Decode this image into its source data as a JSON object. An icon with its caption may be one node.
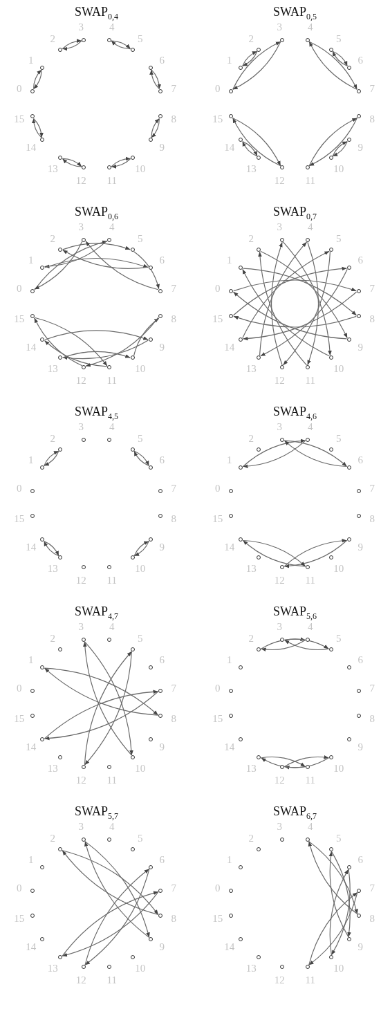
{
  "diagram": {
    "nodes": [
      {
        "text": [],
        "shape": "circle",
        "beside": [
          "0"
        ]
      },
      {
        "text": [],
        "shape": "circle",
        "beside": [
          "1"
        ]
      },
      {
        "text": [],
        "shape": "circle",
        "beside": [
          "2"
        ]
      },
      {
        "text": [],
        "shape": "circle",
        "beside": [
          "3"
        ]
      },
      {
        "text": [],
        "shape": "circle",
        "beside": [
          "4"
        ]
      },
      {
        "text": [],
        "shape": "circle",
        "beside": [
          "5"
        ]
      },
      {
        "text": [],
        "shape": "circle",
        "beside": [
          "6"
        ]
      },
      {
        "text": [],
        "shape": "circle",
        "beside": [
          "7"
        ]
      },
      {
        "text": [],
        "shape": "circle",
        "beside": [
          "8"
        ]
      },
      {
        "text": [],
        "shape": "circle",
        "beside": [
          "9"
        ]
      },
      {
        "text": [],
        "shape": "circle",
        "beside": [
          "10"
        ]
      },
      {
        "text": [],
        "shape": "circle",
        "beside": [
          "11"
        ]
      },
      {
        "text": [],
        "shape": "circle",
        "beside": [
          "12"
        ]
      },
      {
        "text": [],
        "shape": "circle",
        "beside": [
          "13"
        ]
      },
      {
        "text": [],
        "shape": "circle",
        "beside": [
          "14"
        ]
      },
      {
        "text": [],
        "shape": "circle",
        "beside": [
          "15"
        ]
      },
      {
        "text": [],
        "shape": "circle",
        "beside": [
          "0"
        ]
      },
      {
        "text": [],
        "shape": "circle",
        "beside": [
          "1"
        ]
      },
      {
        "text": [],
        "shape": "circle",
        "beside": [
          "2"
        ]
      },
      {
        "text": [],
        "shape": "circle",
        "beside": [
          "3"
        ]
      },
      {
        "text": [],
        "shape": "circle",
        "beside": [
          "4"
        ]
      },
      {
        "text": [],
        "shape": "circle",
        "beside": [
          "5"
        ]
      },
      {
        "text": [],
        "shape": "circle",
        "beside": [
          "6"
        ]
      },
      {
        "text": [],
        "shape": "circle",
        "beside": [
          "7"
        ]
      },
      {
        "text": [],
        "shape": "circle",
        "beside": [
          "8"
        ]
      },
      {
        "text": [],
        "shape": "circle",
        "beside": [
          "9"
        ]
      },
      {
        "text": [],
        "shape": "circle",
        "beside": [
          "10"
        ]
      },
      {
        "text": [],
        "shape": "circle",
        "beside": [
          "11"
        ]
      },
      {
        "text": [],
        "shape": "circle",
        "beside": [
          "12"
        ]
      },
      {
        "text": [],
        "shape": "circle",
        "beside": [
          "13"
        ]
      },
      {
        "text": [],
        "shape": "circle",
        "beside": [
          "14"
        ]
      },
      {
        "text": [],
        "shape": "circle",
        "beside": [
          "15"
        ]
      },
      {
        "text": [],
        "shape": "circle",
        "beside": [
          "0"
        ]
      },
      {
        "text": [],
        "shape": "circle",
        "beside": [
          "1"
        ]
      },
      {
        "text": [],
        "shape": "circle",
        "beside": [
          "2"
        ]
      },
      {
        "text": [],
        "shape": "circle",
        "beside": [
          "3"
        ]
      },
      {
        "text": [],
        "shape": "circle",
        "beside": [
          "4"
        ]
      },
      {
        "text": [],
        "shape": "circle",
        "beside": [
          "5"
        ]
      },
      {
        "text": [],
        "shape": "circle",
        "beside": [
          "6"
        ]
      },
      {
        "text": [],
        "shape": "circle",
        "beside": [
          "7"
        ]
      },
      {
        "text": [],
        "shape": "circle",
        "beside": [
          "8"
        ]
      },
      {
        "text": [],
        "shape": "circle",
        "beside": [
          "9"
        ]
      },
      {
        "text": [],
        "shape": "circle",
        "beside": [
          "10"
        ]
      },
      {
        "text": [],
        "shape": "circle",
        "beside": [
          "11"
        ]
      },
      {
        "text": [],
        "shape": "circle",
        "beside": [
          "12"
        ]
      },
      {
        "text": [],
        "shape": "circle",
        "beside": [
          "13"
        ]
      },
      {
        "text": [],
        "shape": "circle",
        "beside": [
          "14"
        ]
      },
      {
        "text": [],
        "shape": "circle",
        "beside": [
          "15"
        ]
      },
      {
        "text": [],
        "shape": "circle",
        "beside": [
          "0"
        ]
      },
      {
        "text": [],
        "shape": "circle",
        "beside": [
          "1"
        ]
      },
      {
        "text": [],
        "shape": "circle",
        "beside": [
          "2"
        ]
      },
      {
        "text": [],
        "shape": "circle",
        "beside": [
          "3"
        ]
      },
      {
        "text": [],
        "shape": "circle",
        "beside": [
          "4"
        ]
      },
      {
        "text": [],
        "shape": "circle",
        "beside": [
          "5"
        ]
      },
      {
        "text": [],
        "shape": "circle",
        "beside": [
          "6"
        ]
      },
      {
        "text": [],
        "shape": "circle",
        "beside": [
          "7"
        ]
      },
      {
        "text": [],
        "shape": "circle",
        "beside": [
          "8"
        ]
      },
      {
        "text": [],
        "shape": "circle",
        "beside": [
          "9"
        ]
      },
      {
        "text": [],
        "shape": "circle",
        "beside": [
          "10"
        ]
      },
      {
        "text": [],
        "shape": "circle",
        "beside": [
          "11"
        ]
      },
      {
        "text": [],
        "shape": "circle",
        "beside": [
          "12"
        ]
      },
      {
        "text": [],
        "shape": "circle",
        "beside": [
          "13"
        ]
      },
      {
        "text": [],
        "shape": "circle",
        "beside": [
          "14"
        ]
      },
      {
        "text": [],
        "shape": "circle",
        "beside": [
          "15"
        ]
      },
      {
        "text": [],
        "shape": "circle",
        "beside": [
          "0"
        ]
      },
      {
        "text": [],
        "shape": "circle",
        "beside": [
          "1"
        ]
      },
      {
        "text": [],
        "shape": "circle",
        "beside": [
          "2"
        ]
      },
      {
        "text": [],
        "shape": "circle",
        "beside": [
          "3"
        ]
      },
      {
        "text": [],
        "shape": "circle",
        "beside": [
          "4"
        ]
      },
      {
        "text": [],
        "shape": "circle",
        "beside": [
          "5"
        ]
      },
      {
        "text": [],
        "shape": "circle",
        "beside": [
          "6"
        ]
      },
      {
        "text": [],
        "shape": "circle",
        "beside": [
          "7"
        ]
      },
      {
        "text": [],
        "shape": "circle",
        "beside": [
          "8"
        ]
      },
      {
        "text": [],
        "shape": "circle",
        "beside": [
          "9"
        ]
      },
      {
        "text": [],
        "shape": "circle",
        "beside": [
          "10"
        ]
      },
      {
        "text": [],
        "shape": "circle",
        "beside": [
          "11"
        ]
      },
      {
        "text": [],
        "shape": "circle",
        "beside": [
          "12"
        ]
      },
      {
        "text": [],
        "shape": "circle",
        "beside": [
          "13"
        ]
      },
      {
        "text": [],
        "shape": "circle",
        "beside": [
          "14"
        ]
      },
      {
        "text": [],
        "shape": "circle",
        "beside": [
          "15"
        ]
      },
      {
        "text": [],
        "shape": "circle",
        "beside": [
          "0"
        ]
      },
      {
        "text": [],
        "shape": "circle",
        "beside": [
          "1"
        ]
      },
      {
        "text": [],
        "shape": "circle",
        "beside": [
          "2"
        ]
      },
      {
        "text": [],
        "shape": "circle",
        "beside": [
          "3"
        ]
      },
      {
        "text": [],
        "shape": "circle",
        "beside": [
          "4"
        ]
      },
      {
        "text": [],
        "shape": "circle",
        "beside": [
          "5"
        ]
      },
      {
        "text": [],
        "shape": "circle",
        "beside": [
          "6"
        ]
      },
      {
        "text": [],
        "shape": "circle",
        "beside": [
          "7"
        ]
      },
      {
        "text": [],
        "shape": "circle",
        "beside": [
          "8"
        ]
      },
      {
        "text": [],
        "shape": "circle",
        "beside": [
          "9"
        ]
      },
      {
        "text": [],
        "shape": "circle",
        "beside": [
          "10"
        ]
      },
      {
        "text": [],
        "shape": "circle",
        "beside": [
          "11"
        ]
      },
      {
        "text": [],
        "shape": "circle",
        "beside": [
          "12"
        ]
      },
      {
        "text": [],
        "shape": "circle",
        "beside": [
          "13"
        ]
      },
      {
        "text": [],
        "shape": "circle",
        "beside": [
          "14"
        ]
      },
      {
        "text": [],
        "shape": "circle",
        "beside": [
          "15"
        ]
      },
      {
        "text": [],
        "shape": "circle",
        "beside": [
          "0"
        ]
      },
      {
        "text": [],
        "shape": "circle",
        "beside": [
          "1"
        ]
      },
      {
        "text": [],
        "shape": "circle",
        "beside": [
          "2"
        ]
      },
      {
        "text": [],
        "shape": "circle",
        "beside": [
          "3"
        ]
      },
      {
        "text": [],
        "shape": "circle",
        "beside": [
          "4"
        ]
      },
      {
        "text": [],
        "shape": "circle",
        "beside": [
          "5"
        ]
      },
      {
        "text": [],
        "shape": "circle",
        "beside": [
          "6"
        ]
      },
      {
        "text": [],
        "shape": "circle",
        "beside": [
          "7"
        ]
      },
      {
        "text": [],
        "shape": "circle",
        "beside": [
          "8"
        ]
      },
      {
        "text": [],
        "shape": "circle",
        "beside": [
          "9"
        ]
      },
      {
        "text": [],
        "shape": "circle",
        "beside": [
          "10"
        ]
      },
      {
        "text": [],
        "shape": "circle",
        "beside": [
          "11"
        ]
      },
      {
        "text": [],
        "shape": "circle",
        "beside": [
          "12"
        ]
      },
      {
        "text": [],
        "shape": "circle",
        "beside": [
          "13"
        ]
      },
      {
        "text": [],
        "shape": "circle",
        "beside": [
          "14"
        ]
      },
      {
        "text": [],
        "shape": "circle",
        "beside": [
          "15"
        ]
      },
      {
        "text": [],
        "shape": "circle",
        "beside": [
          "0"
        ]
      },
      {
        "text": [],
        "shape": "circle",
        "beside": [
          "1"
        ]
      },
      {
        "text": [],
        "shape": "circle",
        "beside": [
          "2"
        ]
      },
      {
        "text": [],
        "shape": "circle",
        "beside": [
          "3"
        ]
      },
      {
        "text": [],
        "shape": "circle",
        "beside": [
          "4"
        ]
      },
      {
        "text": [],
        "shape": "circle",
        "beside": [
          "5"
        ]
      },
      {
        "text": [],
        "shape": "circle",
        "beside": [
          "6"
        ]
      },
      {
        "text": [],
        "shape": "circle",
        "beside": [
          "7"
        ]
      },
      {
        "text": [],
        "shape": "circle",
        "beside": [
          "8"
        ]
      },
      {
        "text": [],
        "shape": "circle",
        "beside": [
          "9"
        ]
      },
      {
        "text": [],
        "shape": "circle",
        "beside": [
          "10"
        ]
      },
      {
        "text": [],
        "shape": "circle",
        "beside": [
          "11"
        ]
      },
      {
        "text": [],
        "shape": "circle",
        "beside": [
          "12"
        ]
      },
      {
        "text": [],
        "shape": "circle",
        "beside": [
          "13"
        ]
      },
      {
        "text": [],
        "shape": "circle",
        "beside": [
          "14"
        ]
      },
      {
        "text": [],
        "shape": "circle",
        "beside": [
          "15"
        ]
      },
      {
        "text": [],
        "shape": "circle",
        "beside": [
          "0"
        ]
      },
      {
        "text": [],
        "shape": "circle",
        "beside": [
          "1"
        ]
      },
      {
        "text": [],
        "shape": "circle",
        "beside": [
          "2"
        ]
      },
      {
        "text": [],
        "shape": "circle",
        "beside": [
          "3"
        ]
      },
      {
        "text": [],
        "shape": "circle",
        "beside": [
          "4"
        ]
      },
      {
        "text": [],
        "shape": "circle",
        "beside": [
          "5"
        ]
      },
      {
        "text": [],
        "shape": "circle",
        "beside": [
          "6"
        ]
      },
      {
        "text": [],
        "shape": "circle",
        "beside": [
          "7"
        ]
      },
      {
        "text": [],
        "shape": "circle",
        "beside": [
          "8"
        ]
      },
      {
        "text": [],
        "shape": "circle",
        "beside": [
          "9"
        ]
      },
      {
        "text": [],
        "shape": "circle",
        "beside": [
          "10"
        ]
      },
      {
        "text": [],
        "shape": "circle",
        "beside": [
          "11"
        ]
      },
      {
        "text": [],
        "shape": "circle",
        "beside": [
          "12"
        ]
      },
      {
        "text": [],
        "shape": "circle",
        "beside": [
          "13"
        ]
      },
      {
        "text": [],
        "shape": "circle",
        "beside": [
          "14"
        ]
      },
      {
        "text": [],
        "shape": "circle",
        "beside": [
          "15"
        ]
      },
      {
        "text": [],
        "shape": "circle",
        "beside": [
          "0"
        ]
      },
      {
        "text": [],
        "shape": "circle",
        "beside": [
          "1"
        ]
      },
      {
        "text": [],
        "shape": "circle",
        "beside": [
          "2"
        ]
      },
      {
        "text": [],
        "shape": "circle",
        "beside": [
          "3"
        ]
      },
      {
        "text": [],
        "shape": "circle",
        "beside": [
          "4"
        ]
      },
      {
        "text": [],
        "shape": "circle",
        "beside": [
          "5"
        ]
      },
      {
        "text": [],
        "shape": "circle",
        "beside": [
          "6"
        ]
      },
      {
        "text": [],
        "shape": "circle",
        "beside": [
          "7"
        ]
      },
      {
        "text": [],
        "shape": "circle",
        "beside": [
          "8"
        ]
      },
      {
        "text": [],
        "shape": "circle",
        "beside": [
          "9"
        ]
      },
      {
        "text": [],
        "shape": "circle",
        "beside": [
          "10"
        ]
      },
      {
        "text": [],
        "shape": "circle",
        "beside": [
          "11"
        ]
      },
      {
        "text": [],
        "shape": "circle",
        "beside": [
          "12"
        ]
      },
      {
        "text": [],
        "shape": "circle",
        "beside": [
          "13"
        ]
      },
      {
        "text": [],
        "shape": "circle",
        "beside": [
          "14"
        ]
      },
      {
        "text": [],
        "shape": "circle",
        "beside": [
          "15"
        ]
      }
    ],
    "edges": [
      {
        "from": 0,
        "to": 1,
        "arrow": "to"
      },
      {
        "from": 1,
        "to": 0,
        "arrow": "to"
      },
      {
        "from": 2,
        "to": 3,
        "arrow": "to"
      },
      {
        "from": 3,
        "to": 2,
        "arrow": "to"
      },
      {
        "from": 4,
        "to": 5,
        "arrow": "to"
      },
      {
        "from": 5,
        "to": 4,
        "arrow": "to"
      },
      {
        "from": 6,
        "to": 7,
        "arrow": "to"
      },
      {
        "from": 7,
        "to": 6,
        "arrow": "to"
      },
      {
        "from": 8,
        "to": 9,
        "arrow": "to"
      },
      {
        "from": 9,
        "to": 8,
        "arrow": "to"
      },
      {
        "from": 10,
        "to": 11,
        "arrow": "to"
      },
      {
        "from": 11,
        "to": 10,
        "arrow": "to"
      },
      {
        "from": 12,
        "to": 13,
        "arrow": "to"
      },
      {
        "from": 13,
        "to": 12,
        "arrow": "to"
      },
      {
        "from": 14,
        "to": 15,
        "arrow": "to"
      },
      {
        "from": 15,
        "to": 14,
        "arrow": "to"
      },
      {
        "from": 16,
        "to": 19,
        "arrow": "to"
      },
      {
        "from": 19,
        "to": 16,
        "arrow": "to"
      },
      {
        "from": 17,
        "to": 18,
        "arrow": "to"
      },
      {
        "from": 18,
        "to": 17,
        "arrow": "to"
      },
      {
        "from": 20,
        "to": 23,
        "arrow": "to"
      },
      {
        "from": 23,
        "to": 20,
        "arrow": "to"
      },
      {
        "from": 21,
        "to": 22,
        "arrow": "to"
      },
      {
        "from": 22,
        "to": 21,
        "arrow": "to"
      },
      {
        "from": 24,
        "to": 27,
        "arrow": "to"
      },
      {
        "from": 27,
        "to": 24,
        "arrow": "to"
      },
      {
        "from": 25,
        "to": 26,
        "arrow": "to"
      },
      {
        "from": 26,
        "to": 25,
        "arrow": "to"
      },
      {
        "from": 28,
        "to": 31,
        "arrow": "to"
      },
      {
        "from": 31,
        "to": 28,
        "arrow": "to"
      },
      {
        "from": 29,
        "to": 30,
        "arrow": "to"
      },
      {
        "from": 30,
        "to": 29,
        "arrow": "to"
      },
      {
        "from": 32,
        "to": 36,
        "arrow": "to"
      },
      {
        "from": 36,
        "to": 33,
        "arrow": "to"
      },
      {
        "from": 33,
        "to": 38,
        "arrow": "to"
      },
      {
        "from": 38,
        "to": 34,
        "arrow": "to"
      },
      {
        "from": 34,
        "to": 37,
        "arrow": "to"
      },
      {
        "from": 37,
        "to": 39,
        "arrow": "to"
      },
      {
        "from": 39,
        "to": 35,
        "arrow": "to"
      },
      {
        "from": 35,
        "to": 32,
        "arrow": "to"
      },
      {
        "from": 47,
        "to": 43,
        "arrow": "to"
      },
      {
        "from": 43,
        "to": 46,
        "arrow": "to"
      },
      {
        "from": 46,
        "to": 41,
        "arrow": "to"
      },
      {
        "from": 41,
        "to": 45,
        "arrow": "to"
      },
      {
        "from": 45,
        "to": 42,
        "arrow": "to"
      },
      {
        "from": 42,
        "to": 40,
        "arrow": "to"
      },
      {
        "from": 40,
        "to": 44,
        "arrow": "to"
      },
      {
        "from": 44,
        "to": 47,
        "arrow": "to"
      },
      {
        "from": 48,
        "to": 55,
        "arrow": "to"
      },
      {
        "from": 49,
        "to": 56,
        "arrow": "to"
      },
      {
        "from": 50,
        "to": 57,
        "arrow": "to"
      },
      {
        "from": 51,
        "to": 58,
        "arrow": "to"
      },
      {
        "from": 52,
        "to": 59,
        "arrow": "to"
      },
      {
        "from": 53,
        "to": 60,
        "arrow": "to"
      },
      {
        "from": 54,
        "to": 61,
        "arrow": "to"
      },
      {
        "from": 55,
        "to": 62,
        "arrow": "to"
      },
      {
        "from": 56,
        "to": 63,
        "arrow": "to"
      },
      {
        "from": 57,
        "to": 48,
        "arrow": "to"
      },
      {
        "from": 58,
        "to": 49,
        "arrow": "to"
      },
      {
        "from": 59,
        "to": 50,
        "arrow": "to"
      },
      {
        "from": 60,
        "to": 51,
        "arrow": "to"
      },
      {
        "from": 61,
        "to": 52,
        "arrow": "to"
      },
      {
        "from": 62,
        "to": 53,
        "arrow": "to"
      },
      {
        "from": 63,
        "to": 54,
        "arrow": "to"
      },
      {
        "from": 65,
        "to": 66,
        "arrow": "to"
      },
      {
        "from": 66,
        "to": 65,
        "arrow": "to"
      },
      {
        "from": 69,
        "to": 70,
        "arrow": "to"
      },
      {
        "from": 70,
        "to": 69,
        "arrow": "to"
      },
      {
        "from": 73,
        "to": 74,
        "arrow": "to"
      },
      {
        "from": 74,
        "to": 73,
        "arrow": "to"
      },
      {
        "from": 77,
        "to": 78,
        "arrow": "to"
      },
      {
        "from": 78,
        "to": 77,
        "arrow": "to"
      },
      {
        "from": 81,
        "to": 84,
        "arrow": "to"
      },
      {
        "from": 84,
        "to": 81,
        "arrow": "to"
      },
      {
        "from": 83,
        "to": 86,
        "arrow": "to"
      },
      {
        "from": 86,
        "to": 83,
        "arrow": "to"
      },
      {
        "from": 89,
        "to": 92,
        "arrow": "to"
      },
      {
        "from": 92,
        "to": 89,
        "arrow": "to"
      },
      {
        "from": 91,
        "to": 94,
        "arrow": "to"
      },
      {
        "from": 94,
        "to": 91,
        "arrow": "to"
      },
      {
        "from": 97,
        "to": 104,
        "arrow": "to"
      },
      {
        "from": 104,
        "to": 97,
        "arrow": "to"
      },
      {
        "from": 99,
        "to": 106,
        "arrow": "to"
      },
      {
        "from": 106,
        "to": 99,
        "arrow": "to"
      },
      {
        "from": 101,
        "to": 108,
        "arrow": "to"
      },
      {
        "from": 108,
        "to": 101,
        "arrow": "to"
      },
      {
        "from": 103,
        "to": 110,
        "arrow": "to"
      },
      {
        "from": 110,
        "to": 103,
        "arrow": "to"
      },
      {
        "from": 114,
        "to": 116,
        "arrow": "to"
      },
      {
        "from": 116,
        "to": 114,
        "arrow": "to"
      },
      {
        "from": 115,
        "to": 117,
        "arrow": "to"
      },
      {
        "from": 117,
        "to": 115,
        "arrow": "to"
      },
      {
        "from": 122,
        "to": 124,
        "arrow": "to"
      },
      {
        "from": 124,
        "to": 122,
        "arrow": "to"
      },
      {
        "from": 123,
        "to": 125,
        "arrow": "to"
      },
      {
        "from": 125,
        "to": 123,
        "arrow": "to"
      },
      {
        "from": 130,
        "to": 136,
        "arrow": "to"
      },
      {
        "from": 136,
        "to": 130,
        "arrow": "to"
      },
      {
        "from": 131,
        "to": 137,
        "arrow": "to"
      },
      {
        "from": 137,
        "to": 131,
        "arrow": "to"
      },
      {
        "from": 134,
        "to": 140,
        "arrow": "to"
      },
      {
        "from": 140,
        "to": 134,
        "arrow": "to"
      },
      {
        "from": 135,
        "to": 141,
        "arrow": "to"
      },
      {
        "from": 141,
        "to": 135,
        "arrow": "to"
      },
      {
        "from": 148,
        "to": 152,
        "arrow": "to"
      },
      {
        "from": 152,
        "to": 148,
        "arrow": "to"
      },
      {
        "from": 149,
        "to": 153,
        "arrow": "to"
      },
      {
        "from": 153,
        "to": 149,
        "arrow": "to"
      },
      {
        "from": 150,
        "to": 154,
        "arrow": "to"
      },
      {
        "from": 154,
        "to": 150,
        "arrow": "to"
      },
      {
        "from": 151,
        "to": 155,
        "arrow": "to"
      },
      {
        "from": 155,
        "to": 151,
        "arrow": "to"
      }
    ],
    "labels": [
      "SWAP$_{0,4}$",
      "SWAP$_{0,5}$",
      "SWAP$_{0,6}$",
      "SWAP$_{0,7}$",
      "SWAP$_{4,5}$",
      "SWAP$_{4,6}$",
      "SWAP$_{4,7}$",
      "SWAP$_{5,6}$",
      "SWAP$_{5,7}$",
      "SWAP$_{6,7}$"
    ]
  }
}
